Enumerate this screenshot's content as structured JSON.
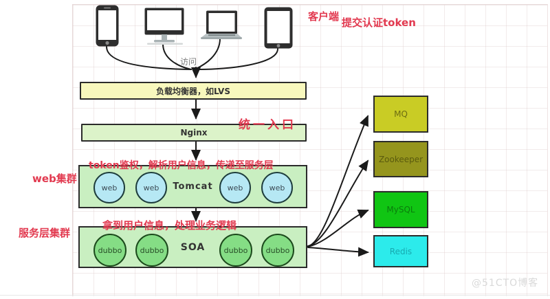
{
  "annotations": {
    "client_label": "客户端",
    "submit_token": "提交认证token",
    "unified_entry": "统一入口",
    "token_auth": "token鉴权，解析用户信息，传递至服务层",
    "get_user_info": "拿到用户信息，处理业务逻辑",
    "web_cluster_label": "web集群",
    "service_cluster_label": "服务层集群",
    "access_label": "访问"
  },
  "nodes": {
    "load_balancer": {
      "label": "负载均衡器，如LVS",
      "fill": "#f8f8bd"
    },
    "nginx": {
      "label": "Nginx",
      "fill": "#dcf3c9"
    },
    "web_cluster": {
      "label": "Tomcat",
      "fill": "#c9efc1",
      "instance_fill": "#b6e8f4",
      "instances": [
        "web",
        "web",
        "web",
        "web"
      ]
    },
    "soa_cluster": {
      "label": "SOA",
      "fill": "#c9efc1",
      "instance_fill": "#85dd85",
      "instances": [
        "dubbo",
        "dubbo",
        "dubbo",
        "dubbo"
      ]
    },
    "backends": [
      {
        "label": "MQ",
        "fill": "#c9cc25",
        "text": "#6d6d12"
      },
      {
        "label": "Zookeeper",
        "fill": "#95951d",
        "text": "#5a5a0e"
      },
      {
        "label": "MySQL",
        "fill": "#10c513",
        "text": "#0a7d0c"
      },
      {
        "label": "Redis",
        "fill": "#2cebeb",
        "text": "#17a9b0"
      }
    ]
  },
  "devices": [
    "smartphone",
    "desktop-monitor",
    "laptop",
    "tablet"
  ],
  "colors": {
    "annotation_red": "#e23a50",
    "wire": "#1a1a1a"
  },
  "watermark": "@51CTO博客"
}
